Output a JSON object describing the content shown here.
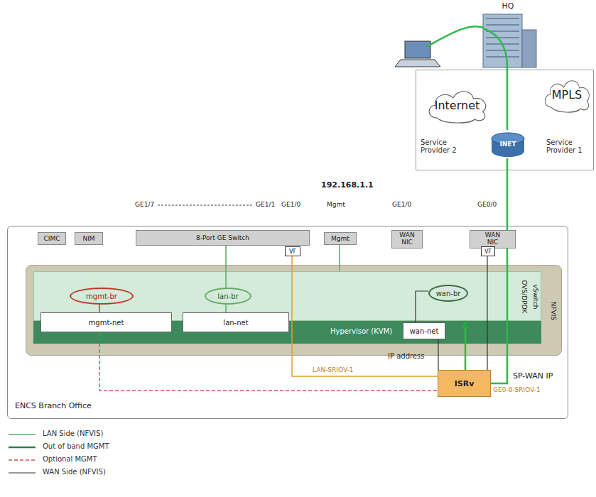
{
  "diagram": {
    "nodes": [
      {
        "text": [
          "HQ"
        ]
      },
      {
        "text": [
          "Service Provider 2",
          "Service Provider 1"
        ]
      },
      {
        "text": [
          "Internet"
        ],
        "in": 1
      },
      {
        "text": [
          "MPLS"
        ],
        "in": 1
      },
      {
        "text": [
          "INET"
        ],
        "in": 1
      },
      {
        "text": [
          "ENCS Branch Office"
        ]
      },
      {
        "text": [
          "CIMC"
        ],
        "in": 5
      },
      {
        "text": [
          "NIM"
        ],
        "in": 5
      },
      {
        "text": [
          "8-Port GE Switch"
        ],
        "in": 5
      },
      {
        "text": [
          "Mgmt"
        ],
        "in": 5
      },
      {
        "text": [
          "WAN NIC"
        ],
        "in": 5
      },
      {
        "text": [
          "WAN NIC"
        ],
        "in": 5
      },
      {
        "text": [
          "VF"
        ],
        "in": 5
      },
      {
        "text": [
          "VF"
        ],
        "in": 5
      },
      {
        "text": [
          "NFVIS"
        ],
        "in": 5
      },
      {
        "text": [
          "vSwitch",
          "OVS/DPDK"
        ],
        "in": 14
      },
      {
        "text": [
          "Hypervisor (KVM)"
        ],
        "in": 14
      },
      {
        "text": [
          "mgmt-br"
        ],
        "in": 15
      },
      {
        "text": [
          "lan-br"
        ],
        "in": 15
      },
      {
        "text": [
          "wan-br"
        ],
        "in": 15
      },
      {
        "text": [
          "mgmt-net"
        ],
        "in": 14
      },
      {
        "text": [
          "lan-net"
        ],
        "in": 14
      },
      {
        "text": [
          "wan-net"
        ],
        "in": 14
      },
      {
        "text": [
          "ISRv"
        ],
        "in": 5
      }
    ],
    "edges": [
      {
        "from": 0,
        "to": 4,
        "arrow": "none"
      },
      {
        "from": 4,
        "to": 11,
        "arrow": "none"
      },
      {
        "from": 11,
        "to": 23,
        "arrow": "none"
      },
      {
        "from": 23,
        "to": 15,
        "arrow": "to"
      },
      {
        "from": 8,
        "to": 18,
        "arrow": "none"
      },
      {
        "from": 9,
        "to": 15,
        "arrow": "none"
      },
      {
        "from": 17,
        "to": 20,
        "arrow": "none"
      },
      {
        "from": 18,
        "to": 21,
        "arrow": "none"
      },
      {
        "from": 19,
        "to": 22,
        "arrow": "none"
      },
      {
        "from": 12,
        "to": 23,
        "label": "LAN-SRIOV-1",
        "arrow": "none"
      },
      {
        "from": 20,
        "to": 23,
        "arrow": "none"
      },
      {
        "from": 13,
        "to": 23,
        "arrow": "none"
      },
      {
        "from": 22,
        "to": 23,
        "arrow": "none"
      }
    ],
    "labels": [
      "192.168.1.1",
      "GE1/7",
      "GE1/1",
      "GE1/0",
      "Mgmt",
      "GE1/0",
      "GE0/0",
      "IP address",
      "SP-WAN IP",
      "GE0-0-SRIOV-1"
    ],
    "legend": [
      {
        "text": "LAN Side (NFVIS)"
      },
      {
        "text": "Out of band MGMT"
      },
      {
        "text": "Optional MGMT"
      },
      {
        "text": "WAN Side (NFVIS)"
      }
    ]
  }
}
